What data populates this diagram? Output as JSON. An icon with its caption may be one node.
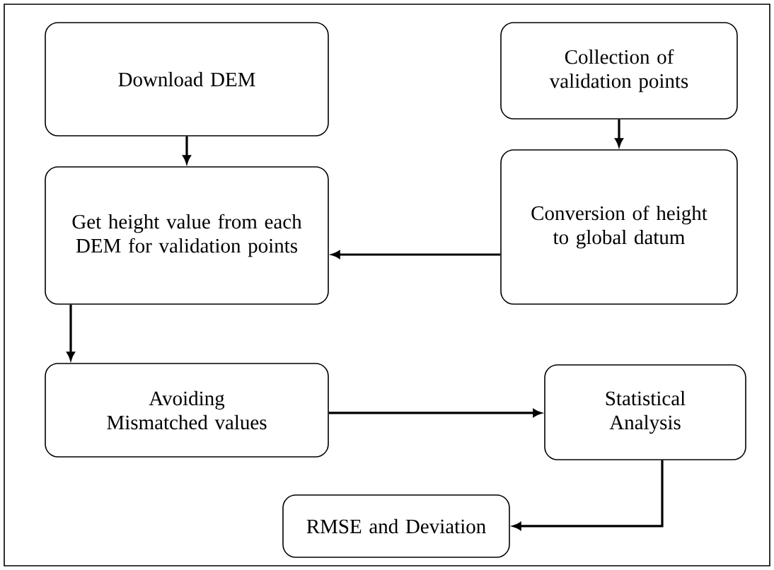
{
  "diagram": {
    "nodes": [
      {
        "text": [
          "Download DEM"
        ]
      },
      {
        "text": [
          "Collection of validation points"
        ]
      },
      {
        "text": [
          "Get height value from each DEM for validation points"
        ]
      },
      {
        "text": [
          "Conversion of height to global datum"
        ]
      },
      {
        "text": [
          "Avoiding Mismatched values"
        ]
      },
      {
        "text": [
          "Statistical Analysis"
        ]
      },
      {
        "text": [
          "RMSE and Deviation"
        ]
      }
    ],
    "edges": [
      {
        "from": 0,
        "to": 2,
        "arrow": "to"
      },
      {
        "from": 1,
        "to": 3,
        "arrow": "to"
      },
      {
        "from": 3,
        "to": 2,
        "arrow": "to"
      },
      {
        "from": 2,
        "to": 4,
        "arrow": "to"
      },
      {
        "from": 4,
        "to": 5,
        "arrow": "to"
      },
      {
        "from": 5,
        "to": 6,
        "arrow": "to"
      }
    ]
  }
}
